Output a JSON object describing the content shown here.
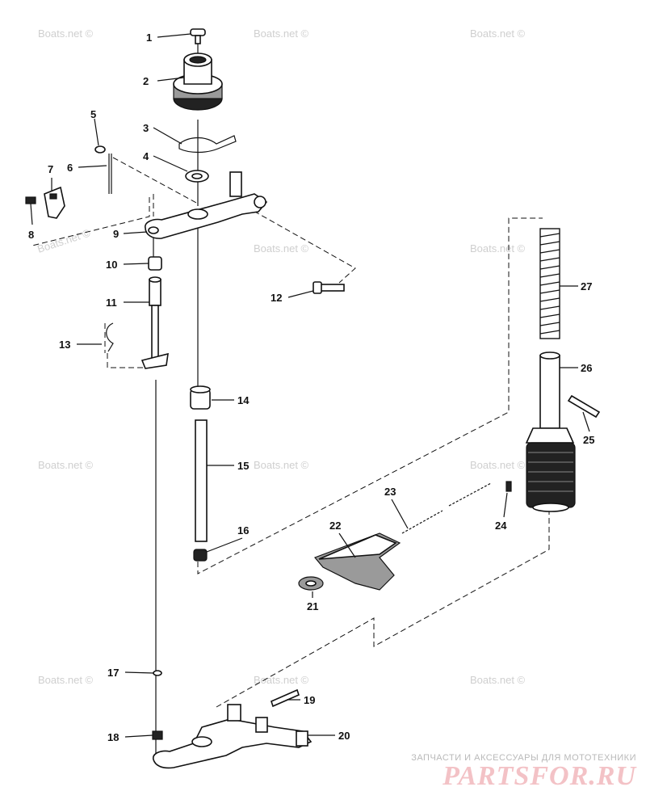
{
  "watermark_text": "Boats.net ©",
  "callouts": [
    {
      "number": "1",
      "name": "part-1-screw"
    },
    {
      "number": "2",
      "name": "part-2-bearing"
    },
    {
      "number": "3",
      "name": "part-3-clip"
    },
    {
      "number": "4",
      "name": "part-4-washer"
    },
    {
      "number": "5",
      "name": "part-5-screw"
    },
    {
      "number": "6",
      "name": "part-6-pin"
    },
    {
      "number": "7",
      "name": "part-7-bracket"
    },
    {
      "number": "8",
      "name": "part-8-screw"
    },
    {
      "number": "9",
      "name": "part-9-lever-plate"
    },
    {
      "number": "10",
      "name": "part-10-collar"
    },
    {
      "number": "11",
      "name": "part-11-shaft"
    },
    {
      "number": "12",
      "name": "part-12-bolt"
    },
    {
      "number": "13",
      "name": "part-13-clip"
    },
    {
      "number": "14",
      "name": "part-14-joint"
    },
    {
      "number": "15",
      "name": "part-15-rod"
    },
    {
      "number": "16",
      "name": "part-16-joint"
    },
    {
      "number": "17",
      "name": "part-17-ring"
    },
    {
      "number": "18",
      "name": "part-18-nut"
    },
    {
      "number": "19",
      "name": "part-19-pin"
    },
    {
      "number": "20",
      "name": "part-20-lever"
    },
    {
      "number": "21",
      "name": "part-21-washer"
    },
    {
      "number": "22",
      "name": "part-22-handle"
    },
    {
      "number": "23",
      "name": "part-23-spring"
    },
    {
      "number": "24",
      "name": "part-24-screw"
    },
    {
      "number": "25",
      "name": "part-25-pin"
    },
    {
      "number": "26",
      "name": "part-26-tube"
    },
    {
      "number": "27",
      "name": "part-27-spring"
    }
  ],
  "brand": {
    "tagline": "ЗАПЧАСТИ И АКСЕССУАРЫ ДЛЯ МОТОТЕХНИКИ",
    "logo": "PARTSFOR.RU",
    "logo_color": "#f3c2c6"
  }
}
